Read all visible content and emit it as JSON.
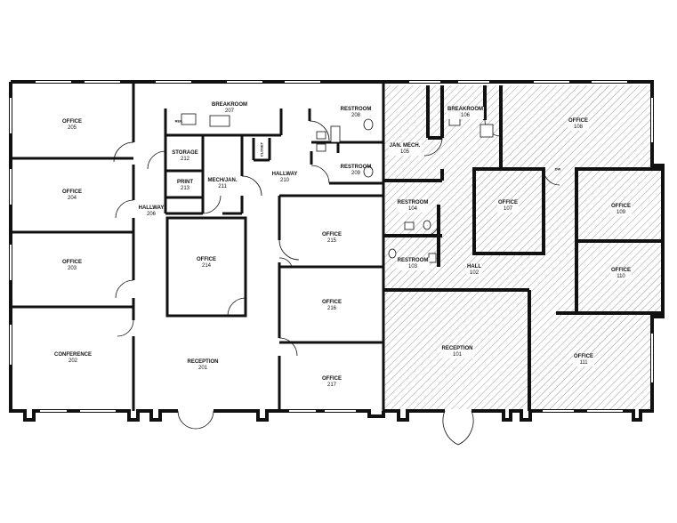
{
  "plan": {
    "wall_color": "#111111",
    "hatch_color": "#9a9a9a",
    "rooms": [
      {
        "id": "r205",
        "name": "OFFICE",
        "number": "205"
      },
      {
        "id": "r204",
        "name": "OFFICE",
        "number": "204"
      },
      {
        "id": "r203",
        "name": "OFFICE",
        "number": "203"
      },
      {
        "id": "r202",
        "name": "CONFERENCE",
        "number": "202"
      },
      {
        "id": "r207",
        "name": "BREAKROOM",
        "number": "207"
      },
      {
        "id": "r212",
        "name": "STORAGE",
        "number": "212"
      },
      {
        "id": "r213",
        "name": "PRINT",
        "number": "213"
      },
      {
        "id": "r211",
        "name": "MECH/JAN.",
        "number": "211"
      },
      {
        "id": "r206",
        "name": "HALLWAY",
        "number": "206"
      },
      {
        "id": "r210",
        "name": "HALLWAY",
        "number": "210"
      },
      {
        "id": "r208",
        "name": "RESTROOM",
        "number": "208"
      },
      {
        "id": "r209",
        "name": "RESTROOM",
        "number": "209"
      },
      {
        "id": "r214",
        "name": "OFFICE",
        "number": "214"
      },
      {
        "id": "r215",
        "name": "OFFICE",
        "number": "215"
      },
      {
        "id": "r216",
        "name": "OFFICE",
        "number": "216"
      },
      {
        "id": "r217",
        "name": "OFFICE",
        "number": "217"
      },
      {
        "id": "r201",
        "name": "RECEPTION",
        "number": "201"
      },
      {
        "id": "r106",
        "name": "BREAKROOM",
        "number": "106"
      },
      {
        "id": "r108",
        "name": "OFFICE",
        "number": "108"
      },
      {
        "id": "r105",
        "name": "JAN. MECH.",
        "number": "105"
      },
      {
        "id": "r104",
        "name": "RESTROOM",
        "number": "104"
      },
      {
        "id": "r103",
        "name": "RESTROOM",
        "number": "103"
      },
      {
        "id": "r107",
        "name": "OFFICE",
        "number": "107"
      },
      {
        "id": "r109",
        "name": "OFFICE",
        "number": "109"
      },
      {
        "id": "r110",
        "name": "OFFICE",
        "number": "110"
      },
      {
        "id": "r102",
        "name": "HALL",
        "number": "102"
      },
      {
        "id": "r101",
        "name": "RECEPTION",
        "number": "101"
      },
      {
        "id": "r111",
        "name": "OFFICE",
        "number": "111"
      }
    ],
    "small_labels": {
      "ref": "REF.",
      "closet": "CLOSET",
      "dw": "DW"
    }
  }
}
